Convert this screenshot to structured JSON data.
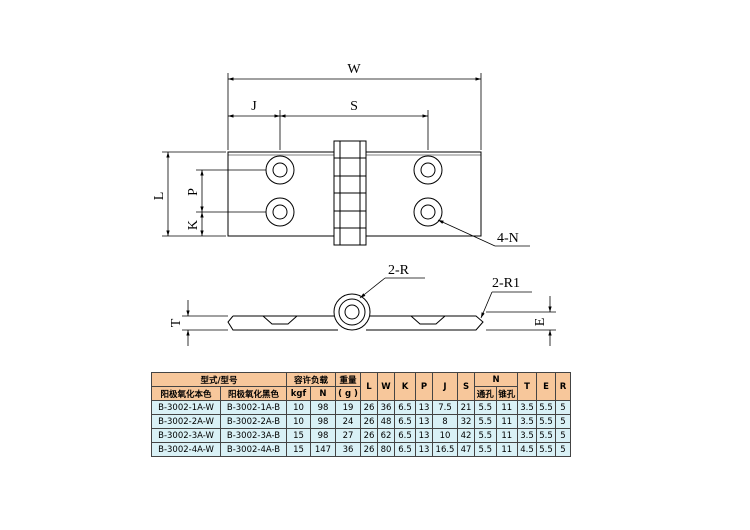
{
  "drawing": {
    "dims": {
      "W": "W",
      "J": "J",
      "S": "S",
      "L": "L",
      "P": "P",
      "K": "K",
      "T": "T",
      "E": "E",
      "holes": "4-N",
      "r": "2-R",
      "r1": "2-R1"
    }
  },
  "table": {
    "header1": {
      "model": "型式/型号",
      "load": "容许负载",
      "weight": "重量",
      "L": "L",
      "W": "W",
      "K": "K",
      "P": "P",
      "J": "J",
      "S": "S",
      "N": "N",
      "T": "T",
      "E": "E",
      "R": "R"
    },
    "header2": {
      "natural": "阳极氧化本色",
      "black": "阳极氧化黑色",
      "kgf": "kgf",
      "n": "N",
      "g": "( g )",
      "hole": "通孔",
      "counter": "锥孔"
    },
    "rows": [
      [
        "B-3002-1A-W",
        "B-3002-1A-B",
        "10",
        "98",
        "19",
        "26",
        "36",
        "6.5",
        "13",
        "7.5",
        "21",
        "5.5",
        "11",
        "3.5",
        "5.5",
        "5"
      ],
      [
        "B-3002-2A-W",
        "B-3002-2A-B",
        "10",
        "98",
        "24",
        "26",
        "48",
        "6.5",
        "13",
        "8",
        "32",
        "5.5",
        "11",
        "3.5",
        "5.5",
        "5"
      ],
      [
        "B-3002-3A-W",
        "B-3002-3A-B",
        "15",
        "98",
        "27",
        "26",
        "62",
        "6.5",
        "13",
        "10",
        "42",
        "5.5",
        "11",
        "3.5",
        "5.5",
        "5"
      ],
      [
        "B-3002-4A-W",
        "B-3002-4A-B",
        "15",
        "147",
        "36",
        "26",
        "80",
        "6.5",
        "13",
        "16.5",
        "47",
        "5.5",
        "11",
        "4.5",
        "5.5",
        "5"
      ]
    ]
  }
}
